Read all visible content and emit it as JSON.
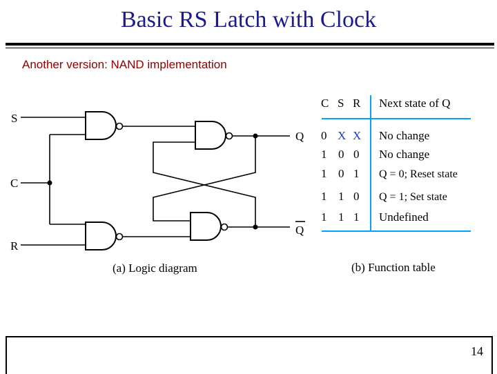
{
  "slide": {
    "title": "Basic RS Latch with Clock",
    "subtitle": "Another version: NAND implementation",
    "page_number": "14"
  },
  "logic_diagram": {
    "caption": "(a) Logic diagram",
    "inputs": [
      "S",
      "C",
      "R"
    ],
    "outputs": [
      "Q",
      "Q"
    ]
  },
  "function_table": {
    "caption": "(b) Function table",
    "headers": [
      "C",
      "S",
      "R",
      "Next state of Q"
    ],
    "rows": [
      [
        "0",
        "X",
        "X",
        "No change"
      ],
      [
        "1",
        "0",
        "0",
        "No change"
      ],
      [
        "1",
        "0",
        "1",
        "Q = 0; Reset state"
      ],
      [
        "1",
        "1",
        "0",
        "Q = 1; Set state"
      ],
      [
        "1",
        "1",
        "1",
        "Undefined"
      ]
    ],
    "line_color": "#00a0ff",
    "x_color": "#1a3ccc"
  },
  "colors": {
    "title": "#1a1a8c",
    "subtitle": "#8b0000"
  }
}
